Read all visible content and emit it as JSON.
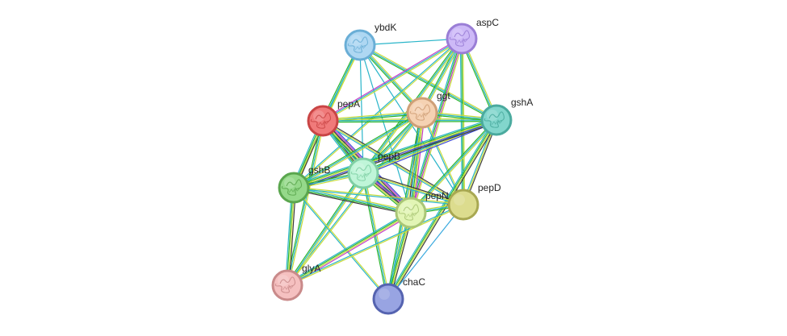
{
  "edge_colors": {
    "teal": "#2ab5c9",
    "yellow": "#c9dc3a",
    "green": "#2db52d",
    "blue": "#3a46d6",
    "magenta": "#c43ec9",
    "dark": "#3d3d3d",
    "lightblue": "#39a9de"
  },
  "nodes": [
    {
      "id": "ybdK",
      "label": "ybdK",
      "color": "#aed7f2",
      "border": "#6aaed6",
      "has_structure": true
    },
    {
      "id": "aspC",
      "label": "aspC",
      "color": "#cdb9f7",
      "border": "#9a7ed6",
      "has_structure": true
    },
    {
      "id": "pepA",
      "label": "pepA",
      "color": "#f07a7a",
      "border": "#c94545",
      "has_structure": true
    },
    {
      "id": "ggt",
      "label": "ggt",
      "color": "#f5d2b3",
      "border": "#cf9f77",
      "has_structure": true
    },
    {
      "id": "gshA",
      "label": "gshA",
      "color": "#82d6cc",
      "border": "#4aaa9e",
      "has_structure": true
    },
    {
      "id": "pepB",
      "label": "pepB",
      "color": "#bff5d8",
      "border": "#7fcfa4",
      "has_structure": true
    },
    {
      "id": "gshB",
      "label": "gshB",
      "color": "#95d98a",
      "border": "#5aa64e",
      "has_structure": true
    },
    {
      "id": "pepN",
      "label": "pepN",
      "color": "#e2f5b5",
      "border": "#a9c676",
      "has_structure": true
    },
    {
      "id": "pepD",
      "label": "pepD",
      "color": "#dcdc8e",
      "border": "#a8a852",
      "has_structure": false
    },
    {
      "id": "glyA",
      "label": "glyA",
      "color": "#f5c0c0",
      "border": "#c98a8a",
      "has_structure": true
    },
    {
      "id": "chaC",
      "label": "chaC",
      "color": "#98a4e2",
      "border": "#5563b0",
      "has_structure": false
    }
  ],
  "edges": [
    {
      "source": "ybdK",
      "target": "aspC",
      "types": [
        "teal"
      ]
    },
    {
      "source": "ybdK",
      "target": "pepA",
      "types": [
        "yellow",
        "teal",
        "green"
      ]
    },
    {
      "source": "ybdK",
      "target": "ggt",
      "types": [
        "yellow",
        "teal",
        "green"
      ]
    },
    {
      "source": "ybdK",
      "target": "gshA",
      "types": [
        "yellow",
        "teal",
        "green"
      ]
    },
    {
      "source": "ybdK",
      "target": "pepB",
      "types": [
        "teal"
      ]
    },
    {
      "source": "ybdK",
      "target": "gshB",
      "types": [
        "yellow",
        "teal"
      ]
    },
    {
      "source": "ybdK",
      "target": "pepN",
      "types": [
        "teal"
      ]
    },
    {
      "source": "ybdK",
      "target": "pepD",
      "types": [
        "teal"
      ]
    },
    {
      "source": "aspC",
      "target": "pepA",
      "types": [
        "yellow",
        "teal",
        "magenta"
      ]
    },
    {
      "source": "aspC",
      "target": "ggt",
      "types": [
        "yellow",
        "teal",
        "green"
      ]
    },
    {
      "source": "aspC",
      "target": "gshA",
      "types": [
        "yellow",
        "teal",
        "green"
      ]
    },
    {
      "source": "aspC",
      "target": "pepB",
      "types": [
        "yellow",
        "teal",
        "green"
      ]
    },
    {
      "source": "aspC",
      "target": "gshB",
      "types": [
        "yellow",
        "teal"
      ]
    },
    {
      "source": "aspC",
      "target": "pepN",
      "types": [
        "yellow",
        "magenta",
        "green",
        "teal"
      ]
    },
    {
      "source": "aspC",
      "target": "pepD",
      "types": [
        "yellow",
        "green",
        "teal"
      ]
    },
    {
      "source": "pepA",
      "target": "ggt",
      "types": [
        "yellow",
        "teal",
        "green"
      ]
    },
    {
      "source": "pepA",
      "target": "gshA",
      "types": [
        "yellow",
        "teal",
        "green"
      ]
    },
    {
      "source": "pepA",
      "target": "pepB",
      "types": [
        "blue",
        "yellow",
        "dark",
        "green",
        "teal"
      ]
    },
    {
      "source": "pepA",
      "target": "gshB",
      "types": [
        "dark",
        "yellow",
        "green",
        "teal"
      ]
    },
    {
      "source": "pepA",
      "target": "pepN",
      "types": [
        "blue",
        "magenta",
        "dark",
        "yellow",
        "green",
        "teal"
      ]
    },
    {
      "source": "pepA",
      "target": "pepD",
      "types": [
        "dark",
        "yellow",
        "teal"
      ]
    },
    {
      "source": "pepA",
      "target": "glyA",
      "types": [
        "yellow",
        "teal",
        "green"
      ]
    },
    {
      "source": "ggt",
      "target": "gshA",
      "types": [
        "yellow",
        "teal",
        "green"
      ]
    },
    {
      "source": "ggt",
      "target": "pepB",
      "types": [
        "yellow",
        "teal",
        "green"
      ]
    },
    {
      "source": "ggt",
      "target": "gshB",
      "types": [
        "yellow",
        "teal",
        "green"
      ]
    },
    {
      "source": "ggt",
      "target": "pepN",
      "types": [
        "magenta",
        "yellow",
        "green",
        "teal",
        "dark"
      ]
    },
    {
      "source": "ggt",
      "target": "pepD",
      "types": [
        "yellow",
        "teal"
      ]
    },
    {
      "source": "ggt",
      "target": "chaC",
      "types": [
        "yellow",
        "teal",
        "green"
      ]
    },
    {
      "source": "ggt",
      "target": "glyA",
      "types": [
        "yellow",
        "teal"
      ]
    },
    {
      "source": "gshA",
      "target": "pepB",
      "types": [
        "blue",
        "yellow",
        "teal",
        "green"
      ]
    },
    {
      "source": "gshA",
      "target": "gshB",
      "types": [
        "dark",
        "blue",
        "yellow",
        "green",
        "teal"
      ]
    },
    {
      "source": "gshA",
      "target": "pepN",
      "types": [
        "yellow",
        "teal",
        "green"
      ]
    },
    {
      "source": "gshA",
      "target": "pepD",
      "types": [
        "dark",
        "yellow",
        "teal"
      ]
    },
    {
      "source": "gshA",
      "target": "chaC",
      "types": [
        "dark",
        "yellow",
        "green",
        "teal"
      ]
    },
    {
      "source": "pepB",
      "target": "gshB",
      "types": [
        "yellow",
        "teal",
        "green"
      ]
    },
    {
      "source": "pepB",
      "target": "pepN",
      "types": [
        "blue",
        "magenta",
        "dark",
        "yellow",
        "green"
      ]
    },
    {
      "source": "pepB",
      "target": "pepD",
      "types": [
        "dark",
        "yellow",
        "teal"
      ]
    },
    {
      "source": "pepB",
      "target": "glyA",
      "types": [
        "yellow",
        "teal",
        "green"
      ]
    },
    {
      "source": "pepB",
      "target": "chaC",
      "types": [
        "yellow",
        "teal",
        "green"
      ]
    },
    {
      "source": "gshB",
      "target": "pepN",
      "types": [
        "yellow",
        "teal",
        "green",
        "dark"
      ]
    },
    {
      "source": "gshB",
      "target": "pepD",
      "types": [
        "yellow",
        "teal"
      ]
    },
    {
      "source": "gshB",
      "target": "glyA",
      "types": [
        "dark",
        "yellow",
        "green",
        "teal"
      ]
    },
    {
      "source": "gshB",
      "target": "chaC",
      "types": [
        "yellow",
        "teal"
      ]
    },
    {
      "source": "pepN",
      "target": "pepD",
      "types": [
        "yellow",
        "teal",
        "green"
      ]
    },
    {
      "source": "pepN",
      "target": "glyA",
      "types": [
        "magenta",
        "yellow",
        "green",
        "teal"
      ]
    },
    {
      "source": "pepN",
      "target": "chaC",
      "types": [
        "dark",
        "yellow",
        "green",
        "teal"
      ]
    },
    {
      "source": "pepD",
      "target": "chaC",
      "types": [
        "lightblue"
      ]
    },
    {
      "source": "pepD",
      "target": "glyA",
      "types": [
        "yellow",
        "teal"
      ]
    }
  ]
}
